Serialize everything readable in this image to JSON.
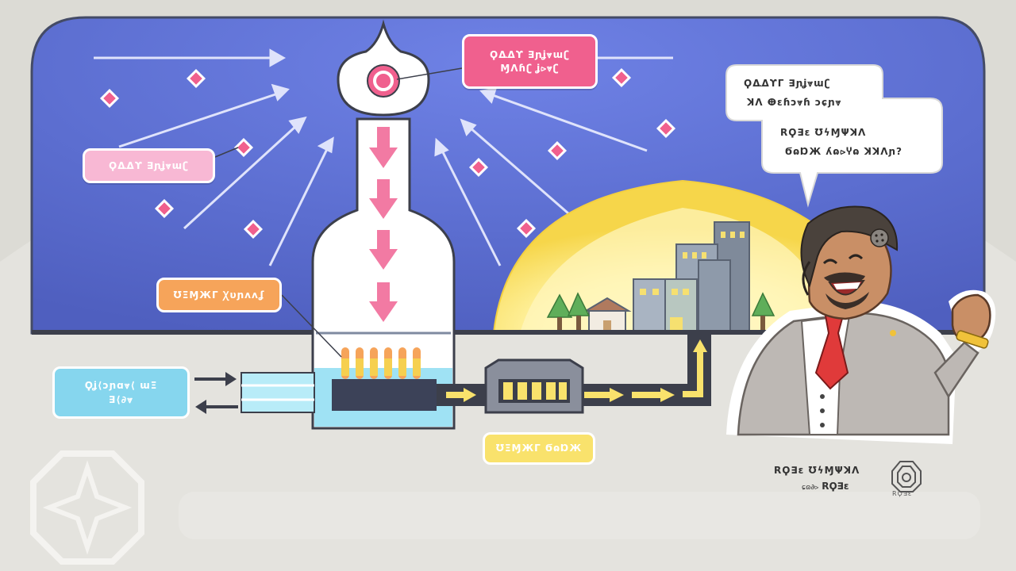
{
  "labels": {
    "bulb_top": "ϘΔ꜡Δϒ ∃ɲʝ⩔ɯʗ ⱮΛɦʗ ʝ⪧⩔ʗ",
    "bulb_top_l1": "ϘΔ꜡Δϒ ∃ɲʝ⩔ɯʗ",
    "bulb_top_l2": "ⱮΛɦʗ ʝ⪧⩔ʗ",
    "left_pink": "ϘΔ꜡Δϒ ∃ɲʝ⩔ɯʗ",
    "heat": "ƱΞⱮЖΓ Ꭓυɲʌʌʆ",
    "coolant_l1": "Ϙʝ⟨ɔɲɑ⩔⟨ ɯΞ",
    "coolant_l2": "∃⟨∂⩔",
    "output": "ƱΞⱮЖΓ ϬɷⱰЖ"
  },
  "speech": {
    "line1": "ϘΔ꜡ΔϒΓ ∃ɲʝ⩔ɯʗ",
    "line2": "ꓘɅ ⴲɛɦɔ⩔ɦ ɔɕɲ⩔",
    "line3": "ꓣϘ∃ɛ ƱϟⱮΨꓘΛ",
    "line4": "ϬɷⱰЖ ʎɷ⪧Ⴤɷ ꓘꓘΛɲ?"
  },
  "brand": {
    "name": "ꓣϘ∃ɛ ƱϟⱮΨꓘΛ",
    "sub_small": "ɕɷ∂⪧",
    "sub_large": "ꓣϘ∃ɛ",
    "logo_text": "ꓣϘ∃ɛ"
  },
  "colors": {
    "sky": "#5b6dcf",
    "pink": "#f0608e",
    "pink_light": "#f8b8d4",
    "orange": "#f6a45a",
    "cyan": "#86d6ee",
    "yellow": "#f9e26c",
    "dark": "#3c3f4b"
  }
}
